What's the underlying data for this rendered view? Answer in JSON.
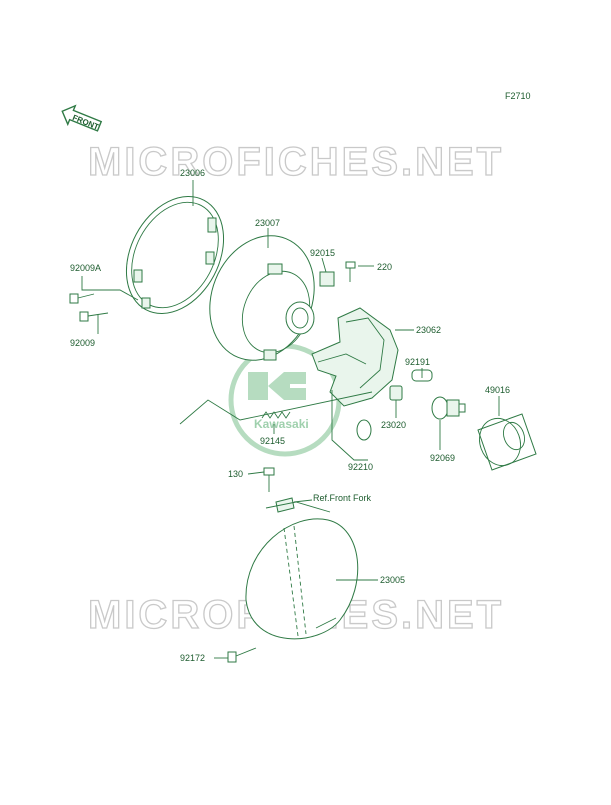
{
  "figure_code": "F2710",
  "front_arrow": "FRONT",
  "watermark": "MICROFICHES.NET",
  "brand": "Kawasaki",
  "colors": {
    "ink": "#1d5c2e",
    "line": "#2f7a45",
    "watermark": "#c9c9c9"
  },
  "parts": {
    "p23006": "23006",
    "p23007": "23007",
    "p92015": "92015",
    "p220": "220",
    "p92009a": "92009A",
    "p92009": "92009",
    "p23062": "23062",
    "p92191": "92191",
    "p49016": "49016",
    "p23020": "23020",
    "p92145": "92145",
    "p92210": "92210",
    "p92069": "92069",
    "p130": "130",
    "ref_front_fork": "Ref.Front Fork",
    "p23005": "23005",
    "p92172": "92172"
  }
}
